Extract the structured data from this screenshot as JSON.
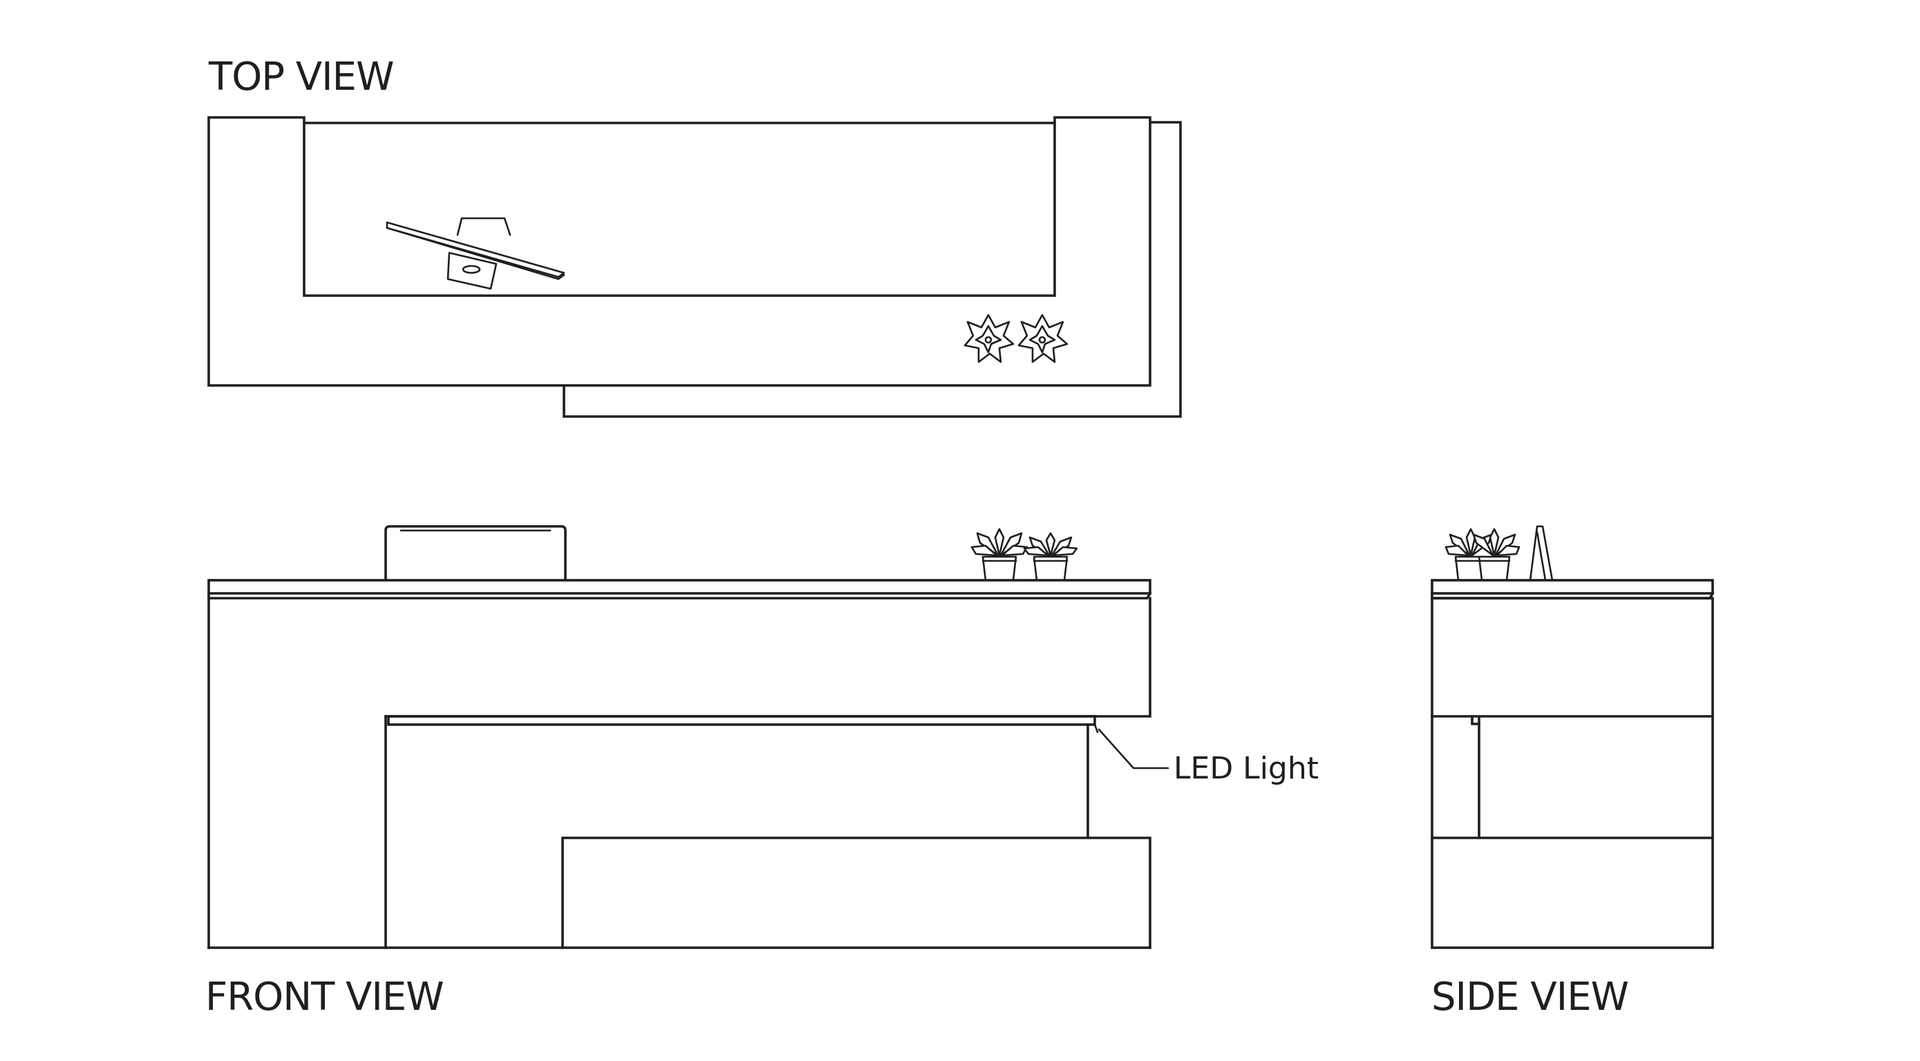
{
  "views": {
    "top": {
      "title": "TOP VIEW"
    },
    "front": {
      "title": "FRONT VIEW"
    },
    "side": {
      "title": "SIDE VIEW"
    }
  },
  "callouts": {
    "led": {
      "label": "LED Light"
    }
  },
  "icons": {
    "monitor": "monitor-icon",
    "plant": "potted-plant-icon"
  },
  "colors": {
    "line": "#1f1f1f",
    "background": "#ffffff"
  }
}
